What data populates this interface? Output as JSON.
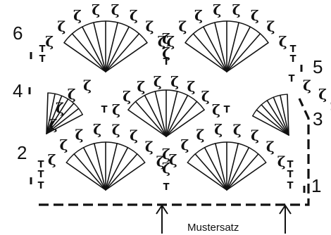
{
  "row_numbers": {
    "r1": "1",
    "r2": "2",
    "r3": "3",
    "r4": "4",
    "r5": "5",
    "r6": "6"
  },
  "caption": "Mustersatz",
  "symbols": {
    "stitch_t": "T",
    "stitch_z": "ζ"
  }
}
